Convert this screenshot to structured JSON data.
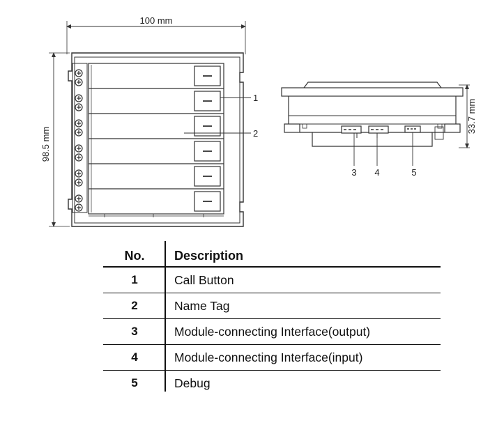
{
  "front_view": {
    "width_dim": "100 mm",
    "height_dim": "98.5 mm",
    "callouts": [
      "1",
      "2"
    ]
  },
  "side_view": {
    "depth_dim": "33.7 mm",
    "callouts": [
      "3",
      "4",
      "5"
    ]
  },
  "legend": {
    "header_no": "No.",
    "header_desc": "Description",
    "rows": [
      {
        "no": "1",
        "desc": "Call Button"
      },
      {
        "no": "2",
        "desc": "Name Tag"
      },
      {
        "no": "3",
        "desc": "Module-connecting Interface(output)"
      },
      {
        "no": "4",
        "desc": "Module-connecting Interface(input)"
      },
      {
        "no": "5",
        "desc": "Debug"
      }
    ]
  },
  "icons": [
    "screw-icon",
    "call-button-icon"
  ],
  "colors": {
    "line": "#333333",
    "text": "#111111"
  }
}
